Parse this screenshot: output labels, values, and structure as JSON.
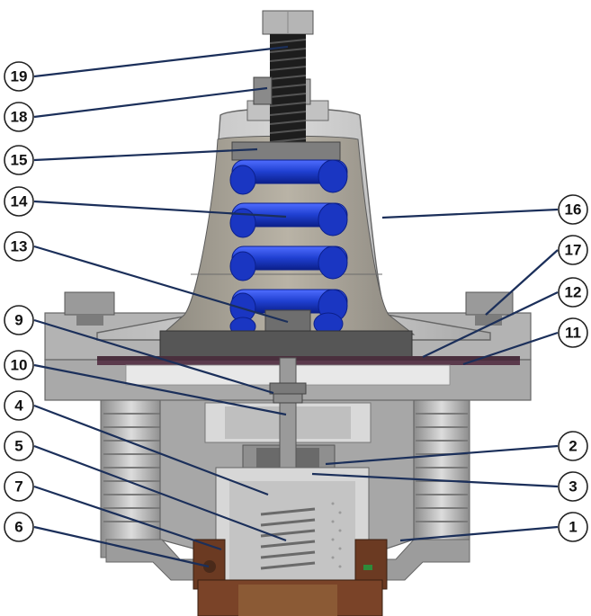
{
  "colors": {
    "body_metal": "#a9a9a9",
    "metal_light": "#c9c9c9",
    "metal_dark": "#6f6f6f",
    "spring_blue": "#1f3fd0",
    "spring_dark": "#0b1f8a",
    "brass": "#6b3a22",
    "leader_line": "#1b2f5a",
    "callout_stroke": "#222222"
  },
  "callouts": [
    {
      "id": "19",
      "text": "19"
    },
    {
      "id": "18",
      "text": "18"
    },
    {
      "id": "15",
      "text": "15"
    },
    {
      "id": "14",
      "text": "14"
    },
    {
      "id": "13",
      "text": "13"
    },
    {
      "id": "9",
      "text": "9"
    },
    {
      "id": "10",
      "text": "10"
    },
    {
      "id": "4",
      "text": "4"
    },
    {
      "id": "5",
      "text": "5"
    },
    {
      "id": "7",
      "text": "7"
    },
    {
      "id": "6",
      "text": "6"
    },
    {
      "id": "16",
      "text": "16"
    },
    {
      "id": "17",
      "text": "17"
    },
    {
      "id": "12",
      "text": "12"
    },
    {
      "id": "11",
      "text": "11"
    },
    {
      "id": "2",
      "text": "2"
    },
    {
      "id": "3",
      "text": "3"
    },
    {
      "id": "1",
      "text": "1"
    }
  ]
}
